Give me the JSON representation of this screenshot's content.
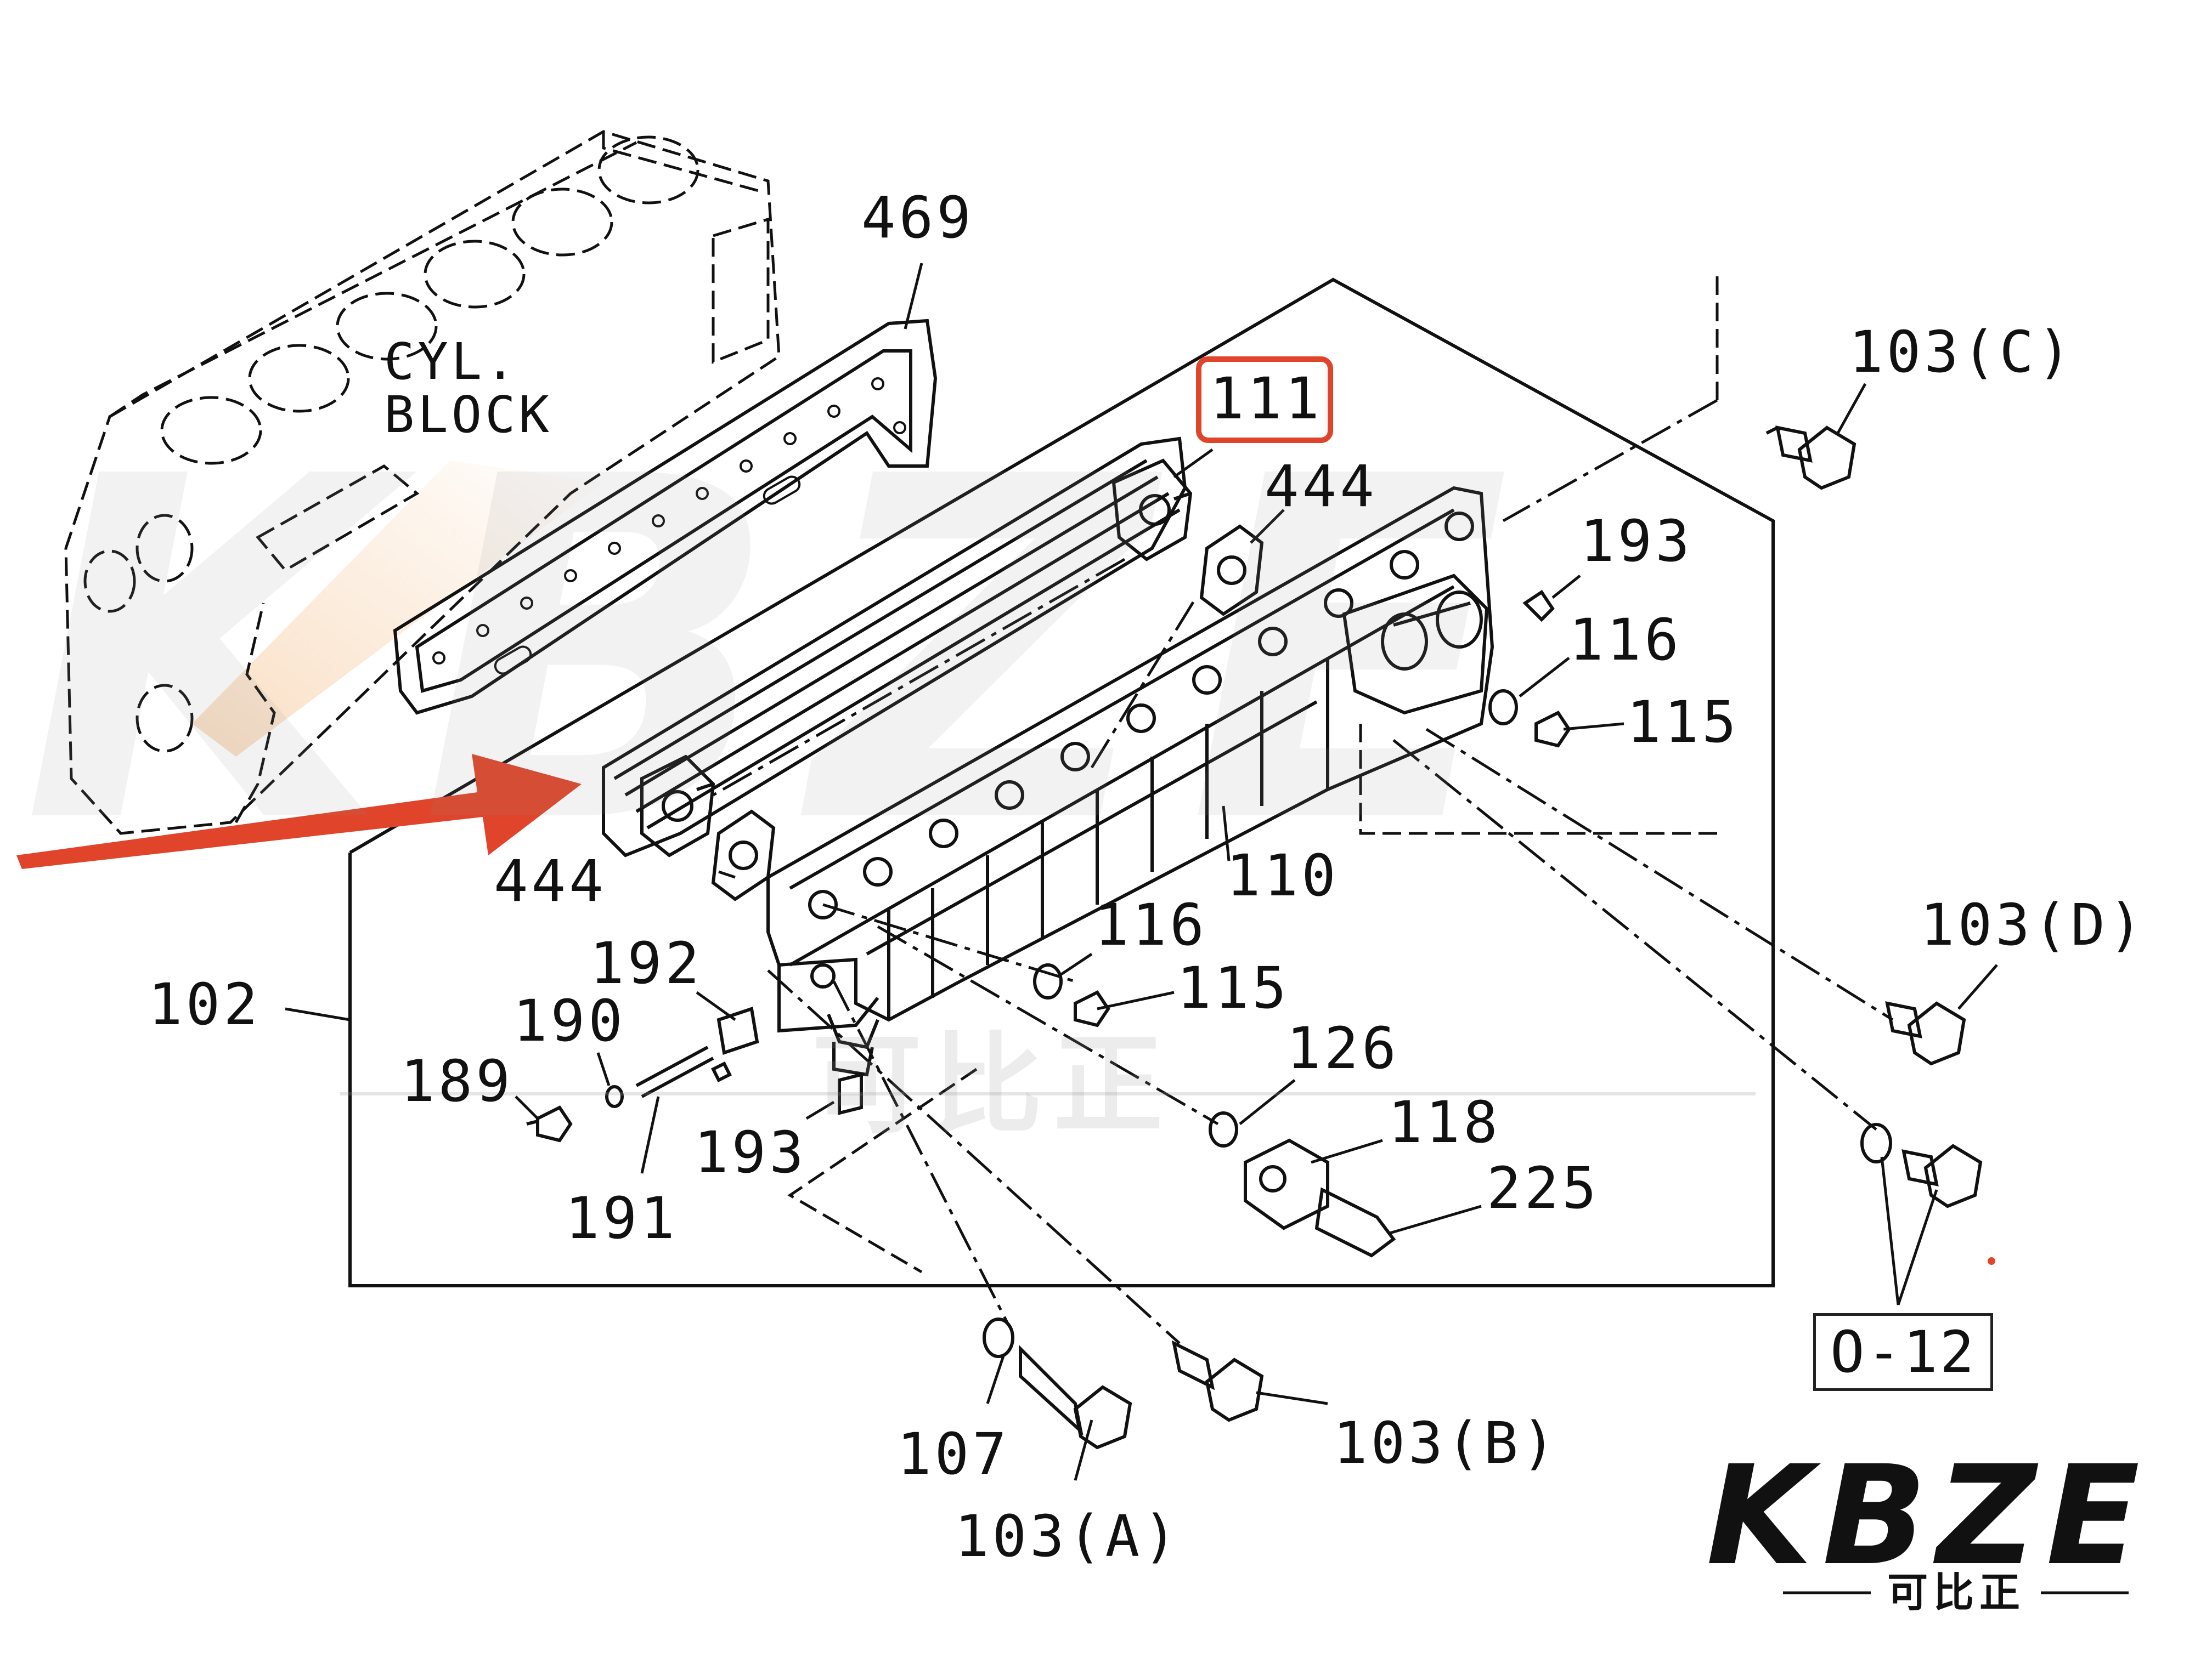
{
  "diagram": {
    "block_label_line1": "CYL.",
    "block_label_line2": "BLOCK",
    "parts": {
      "p469": "469",
      "p111": "111",
      "p444_top": "444",
      "p444_bottom": "444",
      "p193_top": "193",
      "p116_top": "116",
      "p115_top": "115",
      "p110": "110",
      "p103C": "103(C)",
      "p103D": "103(D)",
      "p102": "102",
      "p192": "192",
      "p190": "190",
      "p189": "189",
      "p191": "191",
      "p193_bottom": "193",
      "p116_bottom": "116",
      "p115_bottom": "115",
      "p126": "126",
      "p118": "118",
      "p225": "225",
      "p107": "107",
      "p103A": "103(A)",
      "p103B": "103(B)",
      "pO12": "O-12"
    }
  },
  "brand": {
    "logo_text": "KBZE",
    "logo_subtext": "可比正"
  },
  "colors": {
    "line": "#111111",
    "highlight": "#e0442a",
    "watermark": "#969696"
  }
}
